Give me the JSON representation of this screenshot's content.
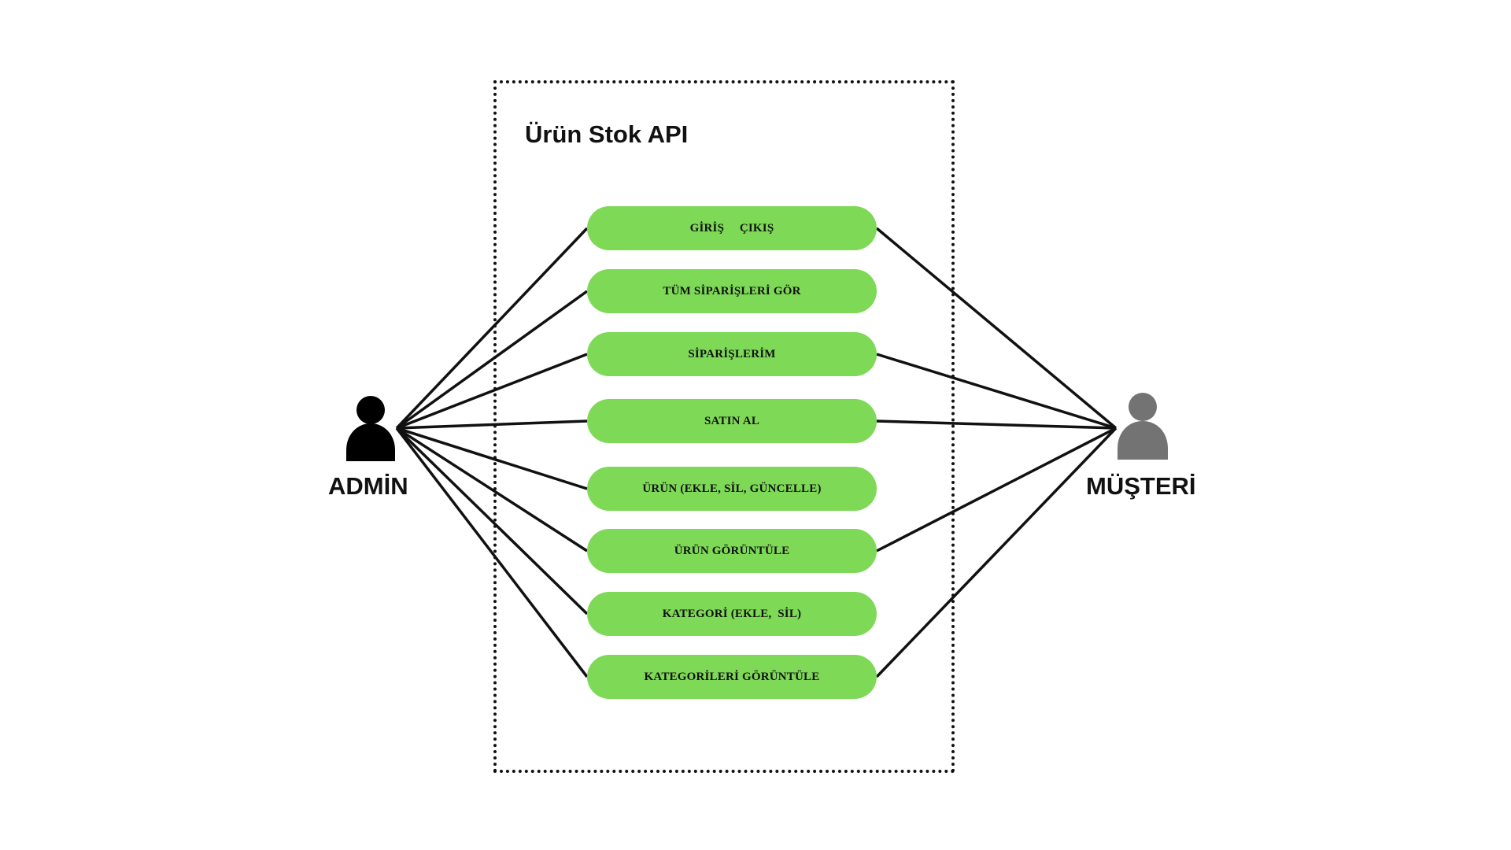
{
  "system": {
    "title": "Ürün Stok API"
  },
  "actors": {
    "admin": {
      "label": "ADMİN",
      "color": "#000000"
    },
    "customer": {
      "label": "MÜŞTERİ",
      "color": "#737373"
    }
  },
  "use_cases": [
    {
      "label": "GİRİŞ     ÇIKIŞ"
    },
    {
      "label": "TÜM SİPARİŞLERİ GÖR"
    },
    {
      "label": "SİPARİŞLERİM"
    },
    {
      "label": "SATIN AL"
    },
    {
      "label": "ÜRÜN (EKLE, SİL, GÜNCELLE)"
    },
    {
      "label": "ÜRÜN GÖRÜNTÜLE"
    },
    {
      "label": "KATEGORİ (EKLE,  SİL)"
    },
    {
      "label": "KATEGORİLERİ GÖRÜNTÜLE"
    }
  ],
  "associations": {
    "admin": [
      0,
      1,
      2,
      3,
      4,
      5,
      6,
      7
    ],
    "customer": [
      0,
      2,
      3,
      5,
      7
    ]
  },
  "colors": {
    "use_case_fill": "#7ed957",
    "line": "#111111",
    "admin_icon": "#000000",
    "customer_icon": "#737373"
  }
}
